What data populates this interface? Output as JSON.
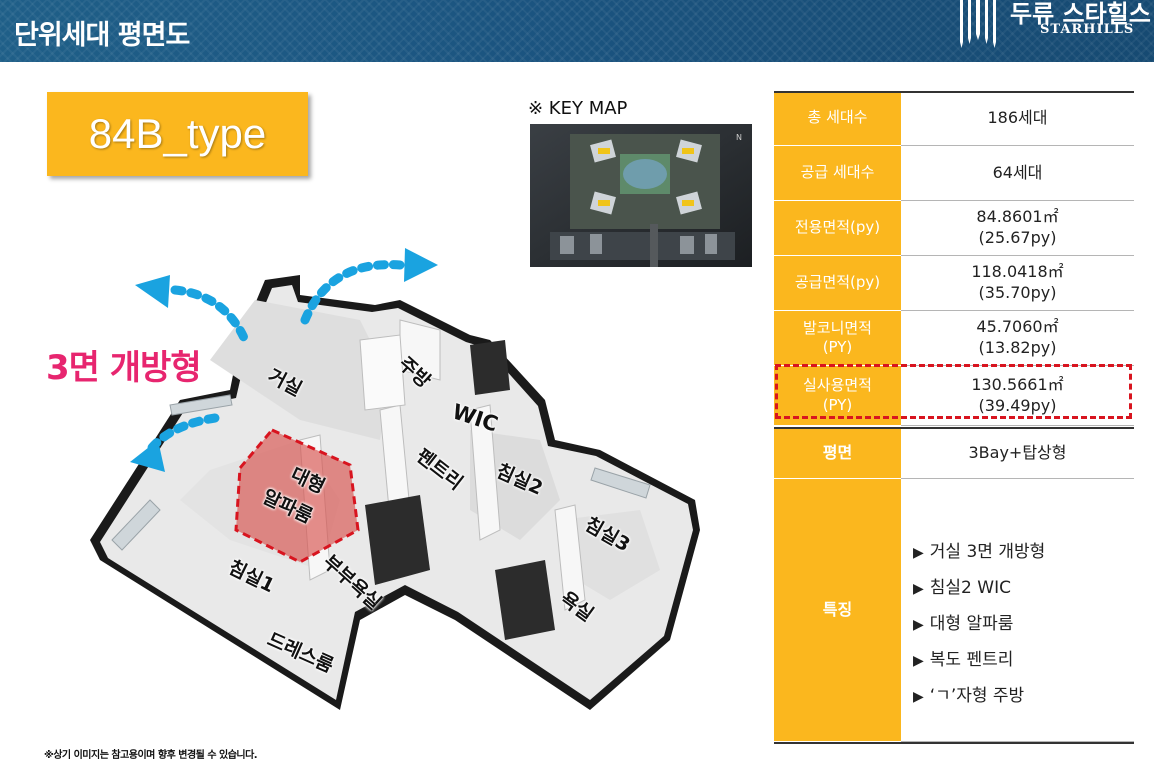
{
  "header": {
    "title": "단위세대 평면도",
    "logo_kr": "두류 스타힐스",
    "logo_en": "STARHILLS"
  },
  "type_badge": "84B_type",
  "keymap": {
    "label": "※ KEY MAP"
  },
  "floorplan": {
    "openness": "3면 개방형",
    "rooms": {
      "living": "거실",
      "kitchen": "주방",
      "wic": "WIC",
      "pantry": "펜트리",
      "alpha_line1": "대형",
      "alpha_line2": "알파룸",
      "master_bath": "부부욕실",
      "bedroom1": "침실1",
      "bedroom2": "침실2",
      "bedroom3": "침실3",
      "bath": "욕실",
      "dress_room": "드레스룸"
    }
  },
  "note": "※상기 이미지는 참고용이며 향후 변경될 수 있습니다.",
  "spec_table": {
    "rows": [
      {
        "label": "총 세대수",
        "value": "186세대"
      },
      {
        "label": "공급 세대수",
        "value": "64세대"
      },
      {
        "label": "전용면적(py)",
        "value": "84.8601㎡\n(25.67py)"
      },
      {
        "label": "공급면적(py)",
        "value": "118.0418㎡\n(35.70py)"
      },
      {
        "label": "발코니면적\n(PY)",
        "value": "45.7060㎡\n(13.82py)"
      },
      {
        "label": "실사용면적\n(PY)",
        "value": "130.5661㎡\n(39.49py)"
      },
      {
        "label": "평면",
        "value": "3Bay+탑상형"
      },
      {
        "label": "특징",
        "value": ""
      }
    ],
    "features": [
      "거실 3면 개방형",
      "침실2 WIC",
      "대형 알파룸",
      "복도 펜트리",
      "‘ㄱ’자형 주방"
    ],
    "bullet": "▶"
  },
  "colors": {
    "header_bg": "#1b5480",
    "accent_yellow": "#fbb71e",
    "highlight_pink": "#e7256f",
    "arrow_blue": "#1aa3e0",
    "dashed_red": "#d8141f"
  }
}
